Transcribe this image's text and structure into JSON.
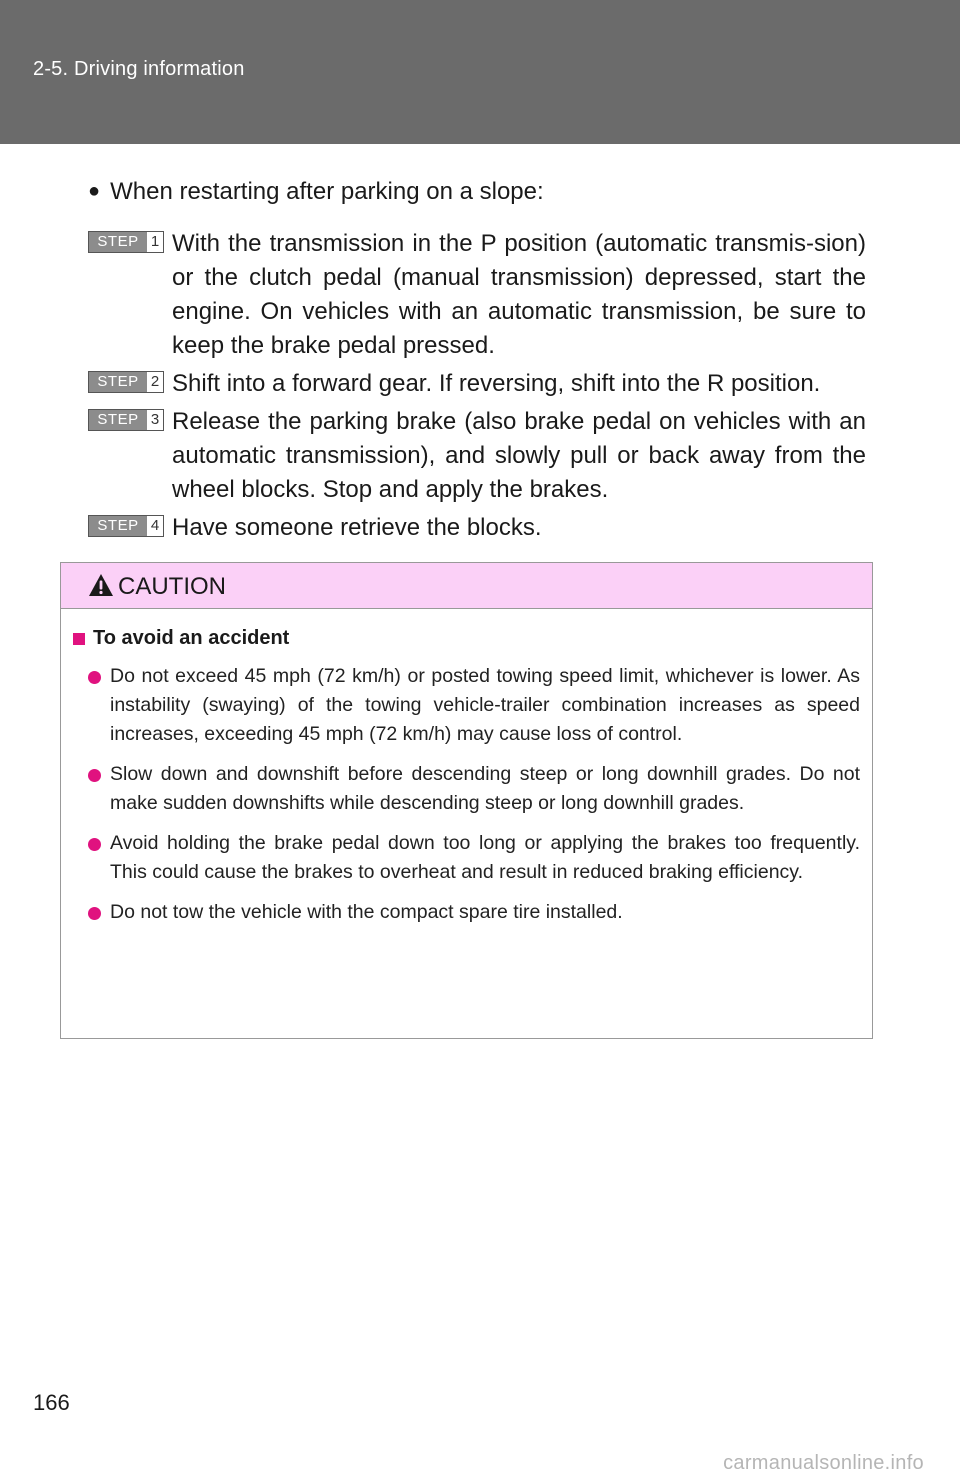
{
  "header": {
    "section_title": "2-5. Driving information"
  },
  "intro": {
    "bullet": "●",
    "text": "When restarting after parking on a slope:"
  },
  "steps": [
    {
      "label": "STEP",
      "number": "1",
      "text": "With the transmission in the P position (automatic transmis-sion) or the clutch pedal (manual transmission) depressed, start the engine. On vehicles with an automatic transmission, be sure to keep the brake pedal pressed."
    },
    {
      "label": "STEP",
      "number": "2",
      "text": "Shift into a forward gear. If reversing, shift into the R position."
    },
    {
      "label": "STEP",
      "number": "3",
      "text": "Release the parking brake (also brake pedal on vehicles with an automatic transmission), and slowly pull or back away from the wheel blocks. Stop and apply the brakes."
    },
    {
      "label": "STEP",
      "number": "4",
      "text": "Have someone retrieve the blocks."
    }
  ],
  "caution": {
    "title": "CAUTION",
    "heading": "To avoid an accident",
    "items": [
      "Do not exceed 45 mph (72 km/h) or posted towing speed limit, whichever is lower. As instability (swaying) of the towing vehicle-trailer combination increases as speed increases, exceeding 45 mph (72 km/h) may cause loss of control.",
      "Slow down and downshift before descending steep or long downhill grades. Do not make sudden downshifts while descending steep or long downhill grades.",
      "Avoid holding the brake pedal down too long or applying the brakes too frequently. This could cause the brakes to overheat and result in reduced braking efficiency.",
      "Do not tow the vehicle with the compact spare tire installed."
    ],
    "colors": {
      "header_bg": "#fbd0f7",
      "accent": "#e0127f"
    }
  },
  "footer": {
    "page_number": "166",
    "watermark": "carmanualsonline.info"
  },
  "colors": {
    "header_band": "#6b6b6b"
  }
}
